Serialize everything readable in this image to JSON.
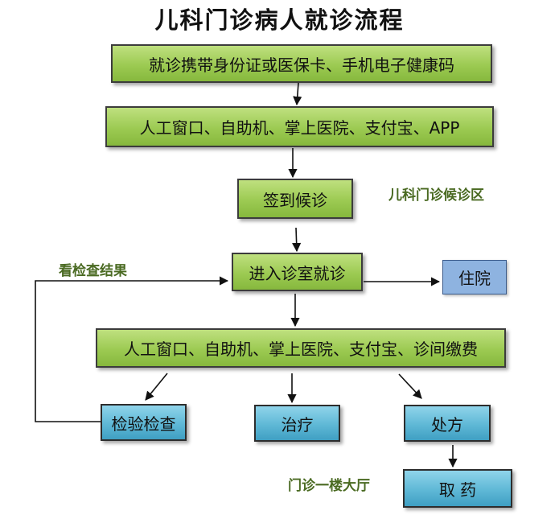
{
  "title": "儿科门诊病人就诊流程",
  "steps": {
    "step1": "就诊携带身份证或医保卡、手机电子健康码",
    "step2": "人工窗口、自助机、掌上医院、支付宝、APP",
    "step3": "签到候诊",
    "step4": "进入诊室就诊",
    "hospitalize": "住院",
    "step5": "人工窗口、自助机、掌上医院、支付宝、诊间缴费",
    "exam": "检验检查",
    "treatment": "治疗",
    "prescription": "处方",
    "pickup": "取  药"
  },
  "labels": {
    "waiting_area": "儿科门诊候诊区",
    "view_results": "看检查结果",
    "pharmacy_location": "门诊一楼大厅"
  },
  "colors": {
    "green_box": "#9cca52",
    "teal_box": "#5fb8d6",
    "blue_box": "#8eb3e0",
    "label_text": "#4a6a22"
  }
}
